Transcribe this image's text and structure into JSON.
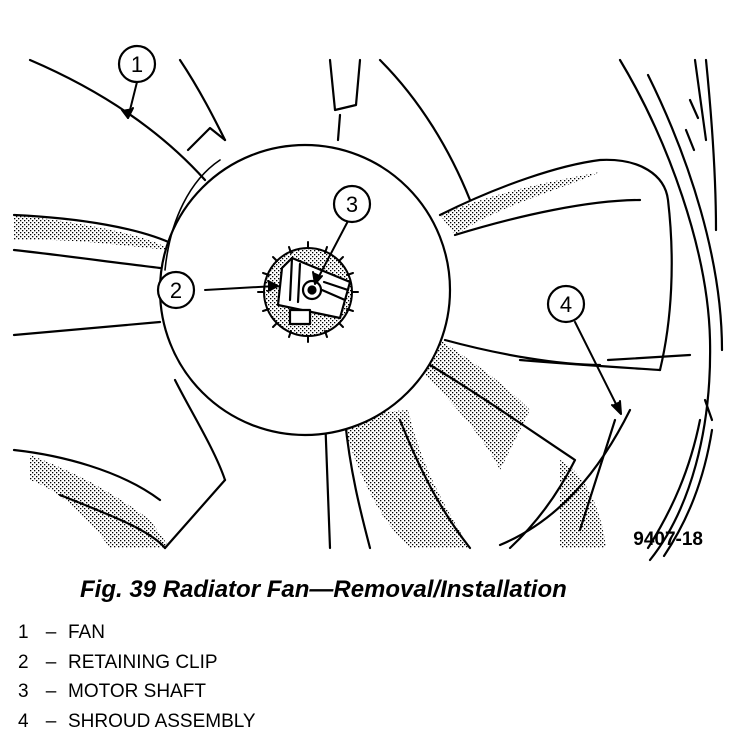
{
  "figure": {
    "code": "9407-18",
    "callouts": [
      "1",
      "2",
      "3",
      "4"
    ]
  },
  "caption": "Fig. 39 Radiator Fan—Removal/Installation",
  "legend": [
    {
      "num": "1",
      "label": "FAN"
    },
    {
      "num": "2",
      "label": "RETAINING CLIP"
    },
    {
      "num": "3",
      "label": "MOTOR SHAFT"
    },
    {
      "num": "4",
      "label": "SHROUD ASSEMBLY"
    }
  ],
  "legend_separator": "–"
}
